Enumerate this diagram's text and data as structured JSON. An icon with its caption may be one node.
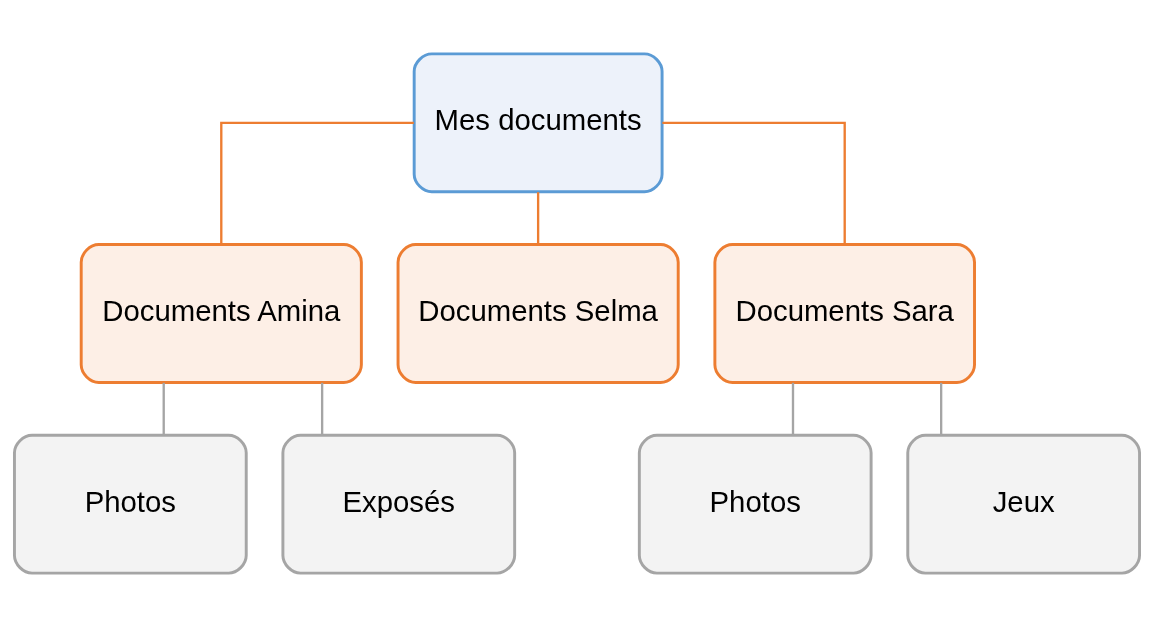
{
  "diagram": {
    "nodes": [
      {
        "text": [
          "Mes documents"
        ]
      },
      {
        "text": [
          "Documents Amina"
        ]
      },
      {
        "text": [
          "Documents Selma"
        ]
      },
      {
        "text": [
          "Documents Sara"
        ]
      },
      {
        "text": [
          "Photos"
        ]
      },
      {
        "text": [
          "Exposés"
        ]
      },
      {
        "text": [
          "Photos"
        ]
      },
      {
        "text": [
          "Jeux"
        ]
      }
    ],
    "edges": [
      {
        "from": 0,
        "to": 1,
        "arrow": "none",
        "color": "#ed7d31"
      },
      {
        "from": 0,
        "to": 2,
        "arrow": "none",
        "color": "#ed7d31"
      },
      {
        "from": 0,
        "to": 3,
        "arrow": "none",
        "color": "#ed7d31"
      },
      {
        "from": 1,
        "to": 4,
        "arrow": "none"
      },
      {
        "from": 1,
        "to": 5,
        "arrow": "none"
      },
      {
        "from": 3,
        "to": 6,
        "arrow": "none"
      },
      {
        "from": 3,
        "to": 7,
        "arrow": "none"
      }
    ]
  }
}
